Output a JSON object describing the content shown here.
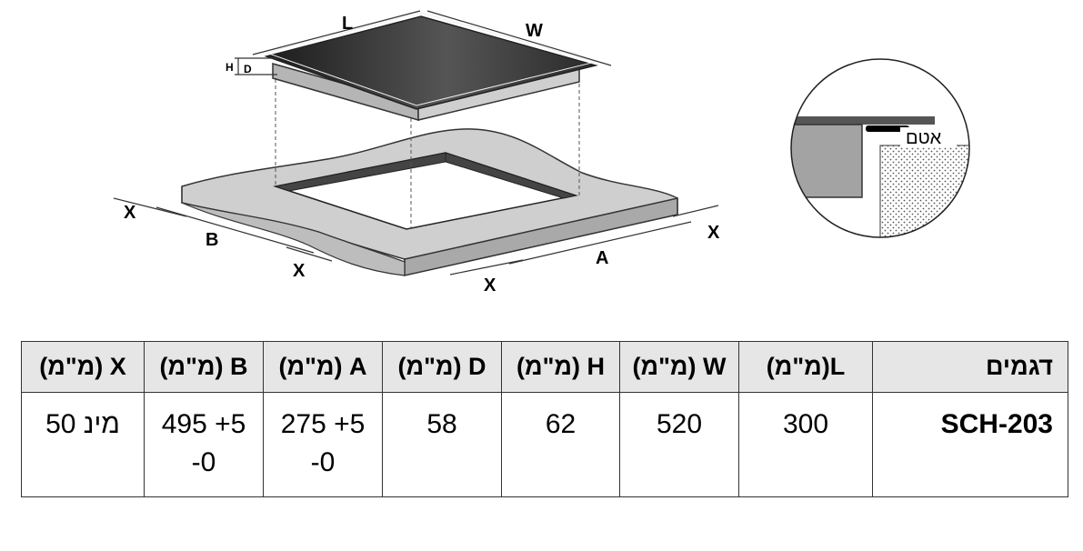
{
  "diagram": {
    "labels": {
      "L": "L",
      "W": "W",
      "H": "H",
      "D": "D",
      "A": "A",
      "B": "B",
      "X": "X"
    },
    "seal_label": "אטם"
  },
  "table": {
    "headers": [
      "(מ\"מ) X",
      "(מ\"מ) B",
      "(מ\"מ) A",
      "(מ\"מ) D",
      "(מ\"מ) H",
      "(מ\"מ) W",
      "(מ\"מ)L",
      "דגמים"
    ],
    "row": [
      "מינ 50",
      "495 +5 -0",
      "275 +5 -0",
      "58",
      "62",
      "520",
      "300",
      "SCH-203"
    ]
  }
}
